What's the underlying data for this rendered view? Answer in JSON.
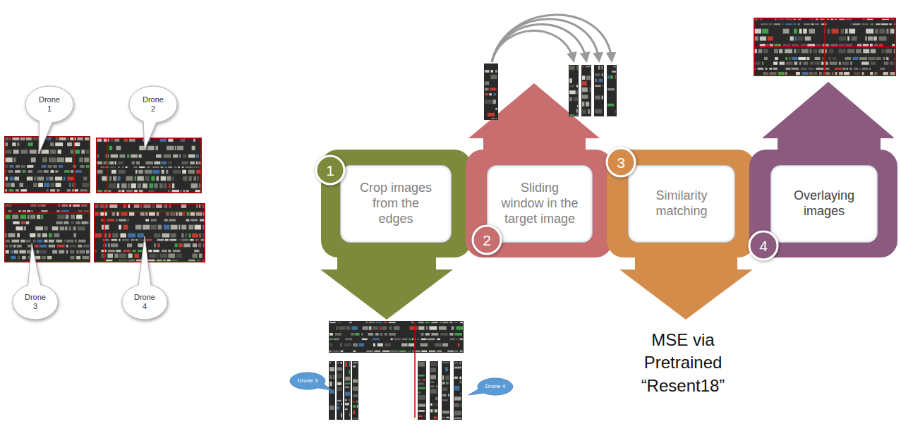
{
  "diagram": {
    "nodes": [
      {
        "text": [
          "Drone 1"
        ]
      },
      {
        "text": [
          "Drone 2"
        ]
      },
      {
        "text": [
          "Drone 3"
        ]
      },
      {
        "text": [
          "Drone 4"
        ]
      },
      {
        "text": [
          "1"
        ]
      },
      {
        "text": [
          "Crop images from the edges"
        ]
      },
      {
        "text": [
          "Sliding window in the target image"
        ]
      },
      {
        "text": [
          "2"
        ]
      },
      {
        "text": [
          "3"
        ]
      },
      {
        "text": [
          "Similarity matching"
        ]
      },
      {
        "text": [
          "Overlaying images"
        ]
      },
      {
        "text": [
          "4"
        ]
      },
      {
        "text": [
          "Drone 3"
        ]
      },
      {
        "text": [
          "Drone 4"
        ]
      }
    ],
    "labels": [
      "MSE via Pretrained “Resent18”"
    ]
  }
}
